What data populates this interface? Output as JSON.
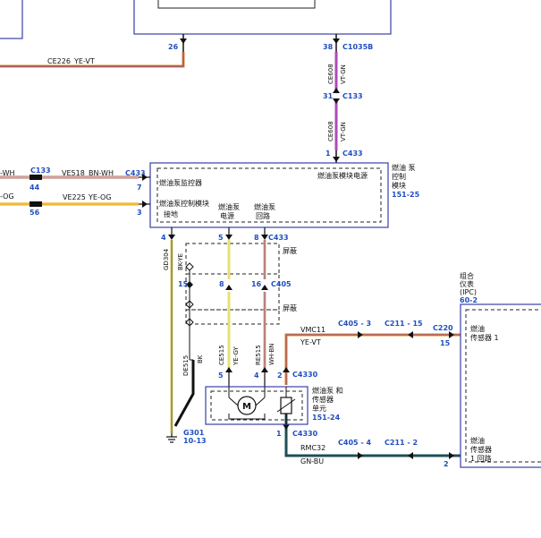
{
  "colors": {
    "box": "#3a3fa8",
    "pin": "#1f4fbf",
    "ye_vt": "#e08a2a",
    "vt_gn": "#b04ab8",
    "bn_wh": "#b06a60",
    "ye_og": "#f0a000",
    "bk_ye": "#d7d15a",
    "ye_gy": "#e8e070",
    "wh_bn": "#d6a9a6",
    "bk": "#111111",
    "gn_bu": "#1e4f55",
    "shield": "#111111"
  },
  "wires": {
    "ce226": "CE226",
    "ce226_color": "YE-VT",
    "ce608_top": "CE608",
    "ce608_top_color": "VT-GN",
    "ce608_bot": "CE608",
    "ce608_bot_color": "VT-GN",
    "ve518": "VE518",
    "ve518_color": "BN-WH",
    "ve225": "VE225",
    "ve225_color": "YE-OG",
    "left_wh": "-WH",
    "left_og": "-OG",
    "gd304": "GD304",
    "gd304_color": "BK-YE",
    "ce515": "CE515",
    "ce515_color": "YE-GY",
    "re515": "RE515",
    "re515_color": "WH-BN",
    "de515": "DE515",
    "de515_color": "BK",
    "vmc11": "VMC11",
    "vmc11_color": "YE-VT",
    "rmc32": "RMC32",
    "rmc32_color": "GN-BU"
  },
  "connectors": {
    "c1035b": "C1035B",
    "c133_a": "C133",
    "c433_a": "C433",
    "c133_b": "C133",
    "c433_b": "C433",
    "c433_c": "C433",
    "c405_a": "C405",
    "c405_3": "C405 - 3",
    "c211_15": "C211 - 15",
    "c220": "C220",
    "c4330_a": "C4330",
    "c4330_b": "C4330",
    "c405_4": "C405 - 4",
    "c211_2": "C211 - 2"
  },
  "pins": {
    "p26": "26",
    "p38": "38",
    "p31": "31",
    "p1_top": "1",
    "p44": "44",
    "p56": "56",
    "p7": "7",
    "p3": "3",
    "p4_top": "4",
    "p5_top": "5",
    "p8_top": "8",
    "p15": "15",
    "p8_mid": "8",
    "p16": "16",
    "p5_bot": "5",
    "p4_bot": "4",
    "p2_bot": "2",
    "p1_bot": "1",
    "p15_ipc": "15",
    "p2_ipc": "2"
  },
  "module": {
    "title": "燃油泵模块电源",
    "ctrl_a": "燃油泵监控器",
    "ctrl_b": "燃油泵控制模块",
    "ground": "接地",
    "pwr_a": "燃油泵",
    "pwr_b": "电源",
    "ret_a": "燃油泵",
    "ret_b": "回路",
    "side_a": "燃油 泵",
    "side_b": "控制",
    "side_c": "模块",
    "side_ref": "151-25"
  },
  "shield": {
    "top": "屏蔽",
    "bottom": "屏蔽"
  },
  "pump": {
    "name_a": "燃油泵 和",
    "name_b": "传感器",
    "name_c": "单元",
    "ref": "151-24",
    "motor": "M"
  },
  "ipc": {
    "name_a": "组合",
    "name_b": "仪表",
    "name_c": "(IPC)",
    "ref": "60-2",
    "sensor_a": "燃油",
    "sensor_b": "传感器 1",
    "ret_a": "燃油",
    "ret_b": "传感器",
    "ret_c": "1 回路"
  },
  "ground": {
    "name": "G301",
    "ref": "10-13"
  }
}
